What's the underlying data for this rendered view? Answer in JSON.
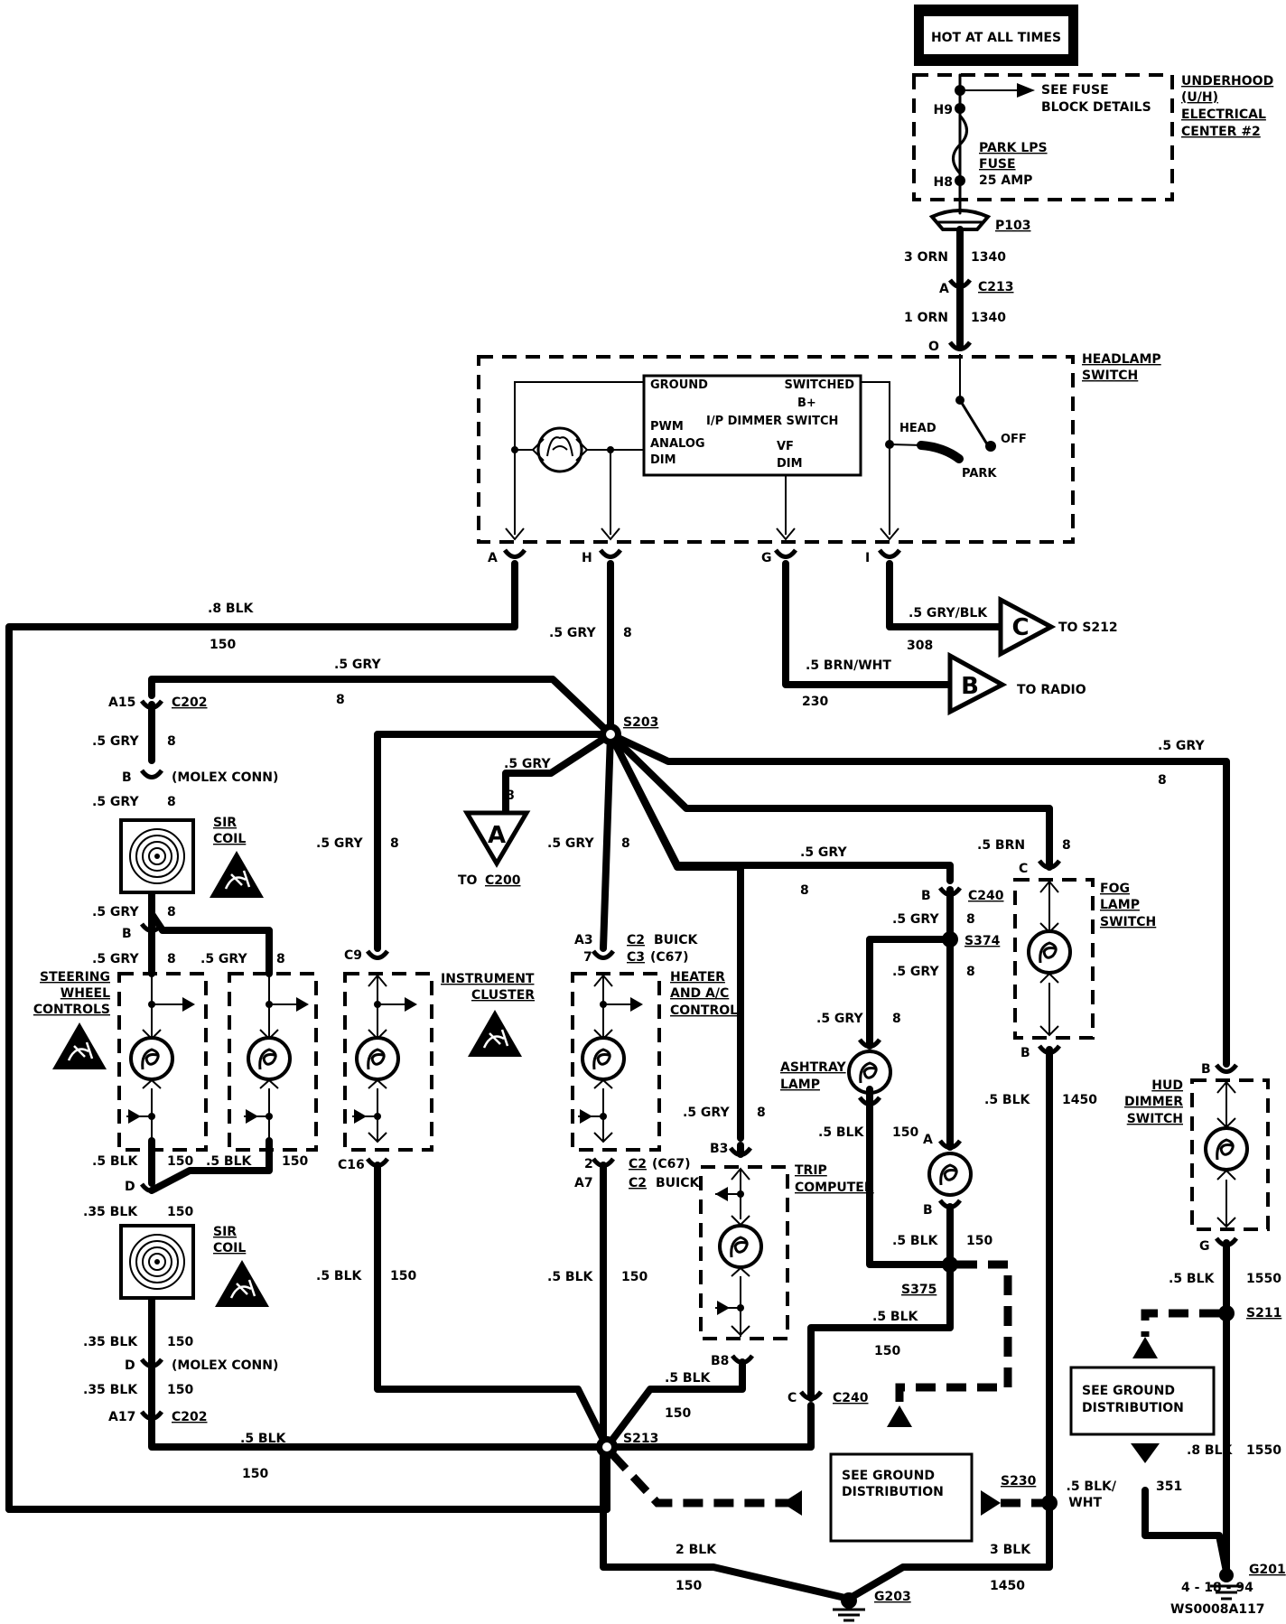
{
  "title_box": "HOT AT ALL TIMES",
  "fuse_block": {
    "see_fuse_1": "SEE FUSE",
    "see_fuse_2": "BLOCK DETAILS",
    "h9": "H9",
    "h8": "H8",
    "fuse_1": "PARK LPS",
    "fuse_2": "FUSE",
    "fuse_3": "25 AMP",
    "center_1": "UNDERHOOD",
    "center_2": "(U/H)",
    "center_3": "ELECTRICAL",
    "center_4": "CENTER #2"
  },
  "p103": "P103",
  "wire_3orn": "3 ORN",
  "wire_1340a": "1340",
  "c213_pin": "A",
  "c213": "C213",
  "wire_1orn": "1  ORN",
  "wire_1340b": "1340",
  "hs_pin_o": "O",
  "headlamp_switch_1": "HEADLAMP",
  "headlamp_switch_2": "SWITCH",
  "dimmer": {
    "ground": "GROUND",
    "switched": "SWITCHED",
    "bplus": "B+",
    "name": "I/P  DIMMER  SWITCH",
    "pwm": "PWM",
    "analog": "ANALOG",
    "dim": "DIM",
    "vf": "VF",
    "vfdim": "DIM"
  },
  "switch": {
    "head": "HEAD",
    "off": "OFF",
    "park": "PARK"
  },
  "pins_top": {
    "a": "A",
    "h": "H",
    "g": "G",
    "i": "I"
  },
  "wires": {
    "w8blk": ".8  BLK",
    "c150a": "150",
    "w5gry_h": ".5  GRY",
    "c8_h": "8",
    "w5grybl": ".5  GRY/BLK",
    "c308": "308",
    "w5brnwht": ".5  BRN/WHT",
    "c230": "230",
    "w5gry_top": ".5  GRY",
    "c8_top": "8"
  },
  "offpage": {
    "c_letter": "C",
    "to_s212": "TO  S212",
    "b_letter": "B",
    "to_radio": "TO  RADIO",
    "a_letter": "A",
    "to": "TO",
    "c200": "C200"
  },
  "s203": "S203",
  "left": {
    "a15": "A15",
    "c202a": "C202",
    "g1": ".5  GRY",
    "g1n": "8",
    "b_pin": "B",
    "molex1": "(MOLEX  CONN)",
    "g2": ".5  GRY",
    "g2n": "8",
    "sir1_1": "SIR",
    "sir1_2": "COIL",
    "g3": ".5  GRY",
    "g3n": "8",
    "b_pin2": "B",
    "g4": ".5  GRY",
    "g4n": "8",
    "g5": ".5  GRY",
    "g5n": "8",
    "swc_1": "STEERING",
    "swc_2": "WHEEL",
    "swc_3": "CONTROLS",
    "k1": ".5  BLK",
    "k1n": "150",
    "k2": ".5  BLK",
    "k2n": "150",
    "d_pin": "D",
    "k3": ".35  BLK",
    "k3n": "150",
    "sir2_1": "SIR",
    "sir2_2": "COIL",
    "k4": ".35  BLK",
    "k4n": "150",
    "d_pin2": "D",
    "molex2": "(MOLEX  CONN)",
    "k5": ".35  BLK",
    "k5n": "150",
    "a17": "A17",
    "c202b": "C202",
    "k6": ".5  BLK",
    "k6n": "150"
  },
  "cluster": {
    "g": ".5  GRY",
    "gn": "8",
    "c9": "C9",
    "name_1": "INSTRUMENT",
    "name_2": "CLUSTER",
    "c16": "C16",
    "k": ".5  BLK",
    "kn": "150"
  },
  "toa": {
    "g": ".5  GRY",
    "gn": "8"
  },
  "hvac": {
    "g": ".5  GRY",
    "gn": "8",
    "a3": "A3",
    "c2a": "C2",
    "buick_a": "BUICK",
    "seven": "7",
    "c3": "C3",
    "c67a": "(C67)",
    "name_1": "HEATER",
    "name_2": "AND  A/C",
    "name_3": "CONTROL",
    "two": "2",
    "c2b": "C2",
    "c67b": "(C67)",
    "a7": "A7",
    "c2c": "C2",
    "buick_b": "BUICK",
    "k": ".5  BLK",
    "kn": "150"
  },
  "trip": {
    "g": ".5  GRY",
    "gn": "8",
    "b3": "B3",
    "name_1": "TRIP",
    "name_2": "COMPUTER",
    "b8": "B8",
    "k": ".5  BLK",
    "kn": "150"
  },
  "s213": "S213",
  "mid": {
    "g": ".5  GRY",
    "gn": "8",
    "b_pin": "B",
    "c240a": "C240",
    "g2": ".5  GRY",
    "g2n": "8",
    "s374": "S374",
    "g3": ".5  GRY",
    "g3n": "8",
    "g4": ".5  GRY",
    "g4n": "8",
    "ashtray_1": "ASHTRAY",
    "ashtray_2": "LAMP",
    "k1": ".5  BLK",
    "k1n": "150",
    "a_pin": "A",
    "b_pin2": "B",
    "k2": ".5  BLK",
    "k2n": "150",
    "s375": "S375",
    "k3": ".5  BLK",
    "k3n": "150",
    "c_pin": "C",
    "c240b": "C240"
  },
  "fog": {
    "b": ".5  BRN",
    "bn": "8",
    "c_pin": "C",
    "name_1": "FOG",
    "name_2": "LAMP",
    "name_3": "SWITCH",
    "b_pin": "B",
    "k": ".5  BLK",
    "kn": "1450"
  },
  "hud": {
    "g": ".5  GRY",
    "gn": "8",
    "b_pin": "B",
    "name_1": "HUD",
    "name_2": "DIMMER",
    "name_3": "SWITCH",
    "g_pin": "G",
    "k": ".5  BLK",
    "kn": "1550",
    "s211": "S211",
    "k2": ".8  BLK",
    "k2n": "1550",
    "k3_1": ".5  BLK/",
    "k3_2": "WHT",
    "k3n": "351",
    "g201": "G201"
  },
  "ground_dist_1a": "SEE  GROUND",
  "ground_dist_1b": "DISTRIBUTION",
  "ground_dist_2a": "SEE  GROUND",
  "ground_dist_2b": "DISTRIBUTION",
  "s230": "S230",
  "bottom": {
    "k2": "2  BLK",
    "k2n": "150",
    "k3": "3  BLK",
    "k3n": "1450",
    "g203": "G203"
  },
  "date": "4 - 18 - 94",
  "code": "WS0008A117"
}
